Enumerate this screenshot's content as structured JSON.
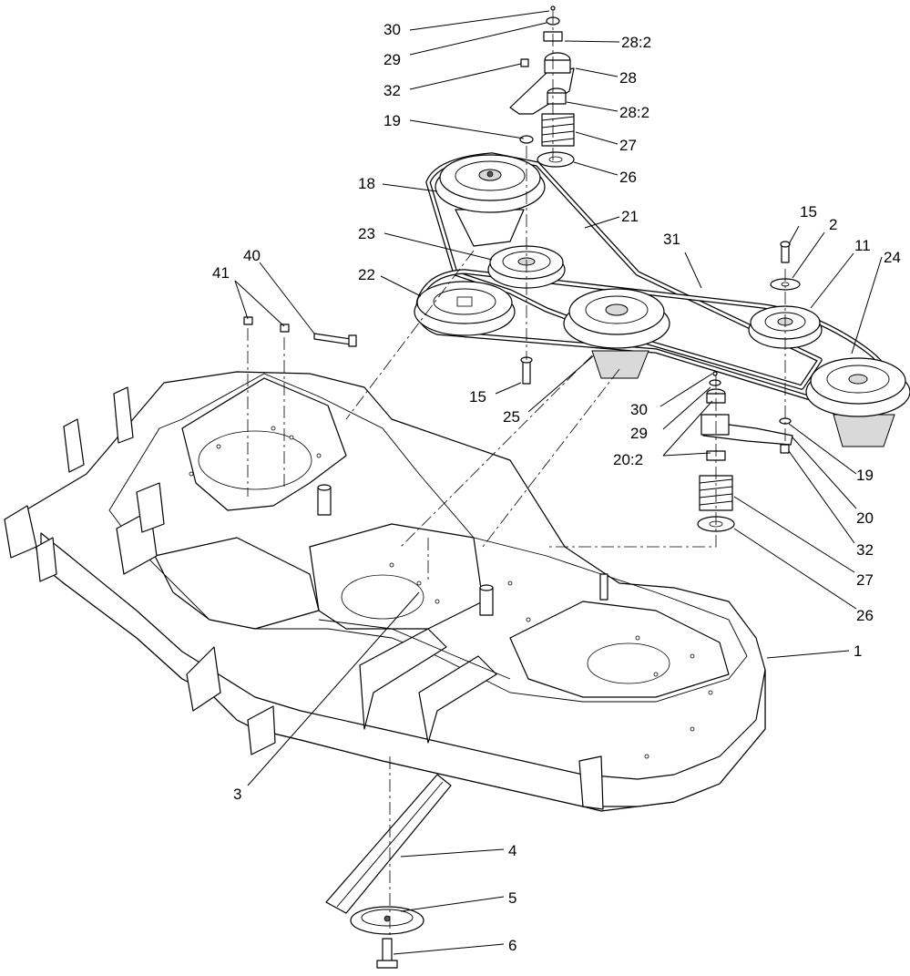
{
  "callouts": [
    {
      "id": "30a",
      "label": "30"
    },
    {
      "id": "29a",
      "label": "29"
    },
    {
      "id": "28-2a",
      "label": "28:2"
    },
    {
      "id": "28",
      "label": "28"
    },
    {
      "id": "32a",
      "label": "32"
    },
    {
      "id": "28-2b",
      "label": "28:2"
    },
    {
      "id": "19a",
      "label": "19"
    },
    {
      "id": "27a",
      "label": "27"
    },
    {
      "id": "26a",
      "label": "26"
    },
    {
      "id": "18",
      "label": "18"
    },
    {
      "id": "21",
      "label": "21"
    },
    {
      "id": "15a",
      "label": "15"
    },
    {
      "id": "2",
      "label": "2"
    },
    {
      "id": "31",
      "label": "31"
    },
    {
      "id": "11",
      "label": "11"
    },
    {
      "id": "24",
      "label": "24"
    },
    {
      "id": "23",
      "label": "23"
    },
    {
      "id": "40",
      "label": "40"
    },
    {
      "id": "41",
      "label": "41"
    },
    {
      "id": "22",
      "label": "22"
    },
    {
      "id": "15b",
      "label": "15"
    },
    {
      "id": "25",
      "label": "25"
    },
    {
      "id": "30b",
      "label": "30"
    },
    {
      "id": "29b",
      "label": "29"
    },
    {
      "id": "20-2",
      "label": "20:2"
    },
    {
      "id": "19b",
      "label": "19"
    },
    {
      "id": "20",
      "label": "20"
    },
    {
      "id": "32b",
      "label": "32"
    },
    {
      "id": "27b",
      "label": "27"
    },
    {
      "id": "26b",
      "label": "26"
    },
    {
      "id": "1",
      "label": "1"
    },
    {
      "id": "3",
      "label": "3"
    },
    {
      "id": "4",
      "label": "4"
    },
    {
      "id": "5",
      "label": "5"
    },
    {
      "id": "6",
      "label": "6"
    }
  ]
}
